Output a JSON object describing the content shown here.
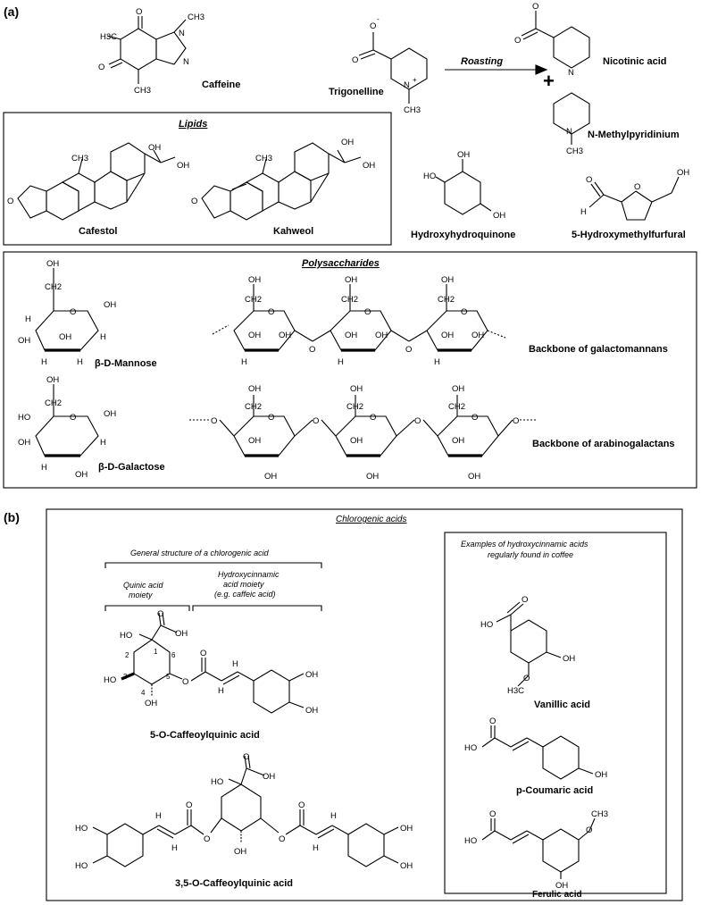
{
  "panels": {
    "a": "(a)",
    "b": "(b)"
  },
  "section_titles": {
    "lipids": "Lipids",
    "polysaccharides": "Polysaccharides",
    "chlorogenic": "Chlorogenic acids"
  },
  "reaction": {
    "arrow_label": "Roasting",
    "plus": "+"
  },
  "compounds": {
    "caffeine": "Caffeine",
    "trigonelline": "Trigonelline",
    "nicotinic_acid": "Nicotinic acid",
    "n_methylpyridinium": "N-Methylpyridinium",
    "cafestol": "Cafestol",
    "kahweol": "Kahweol",
    "hydroxyhydroquinone": "Hydroxyhydroquinone",
    "hmf": "5-Hydroxymethylfurfural",
    "mannose": "β-D-Mannose",
    "galactose": "β-D-Galactose",
    "galactomannans": "Backbone of galactomannans",
    "arabinogalactans": "Backbone of arabinogalactans",
    "cqa5": "5-O-Caffeoylquinic acid",
    "dicqa35": "3,5-O-Caffeoylquinic acid",
    "vanillic": "Vanillic acid",
    "coumaric": "p-Coumaric acid",
    "ferulic": "Ferulic acid"
  },
  "cga": {
    "general_structure": "General structure of a chlorogenic acid",
    "quinic_line1": "Quinic acid",
    "quinic_line2": "moiety",
    "hca_line1": "Hydroxycinnamic",
    "hca_line2": "acid moiety",
    "hca_line3": "(e.g. caffeic acid)",
    "examples_line1": "Examples of hydroxycinnamic acids",
    "examples_line2": "regularly found in coffee"
  },
  "atoms": {
    "OH": "OH",
    "HO": "HO",
    "O": "O",
    "H": "H",
    "N": "N",
    "CH2": "CH2",
    "CH3": "CH3",
    "H3C": "H3C",
    "O_minus": "O",
    "minus": "-",
    "N_plus": "N",
    "plus": "+",
    "n1": "1",
    "n2": "2",
    "n3": "3",
    "n4": "4",
    "n5": "5",
    "n6": "6"
  }
}
